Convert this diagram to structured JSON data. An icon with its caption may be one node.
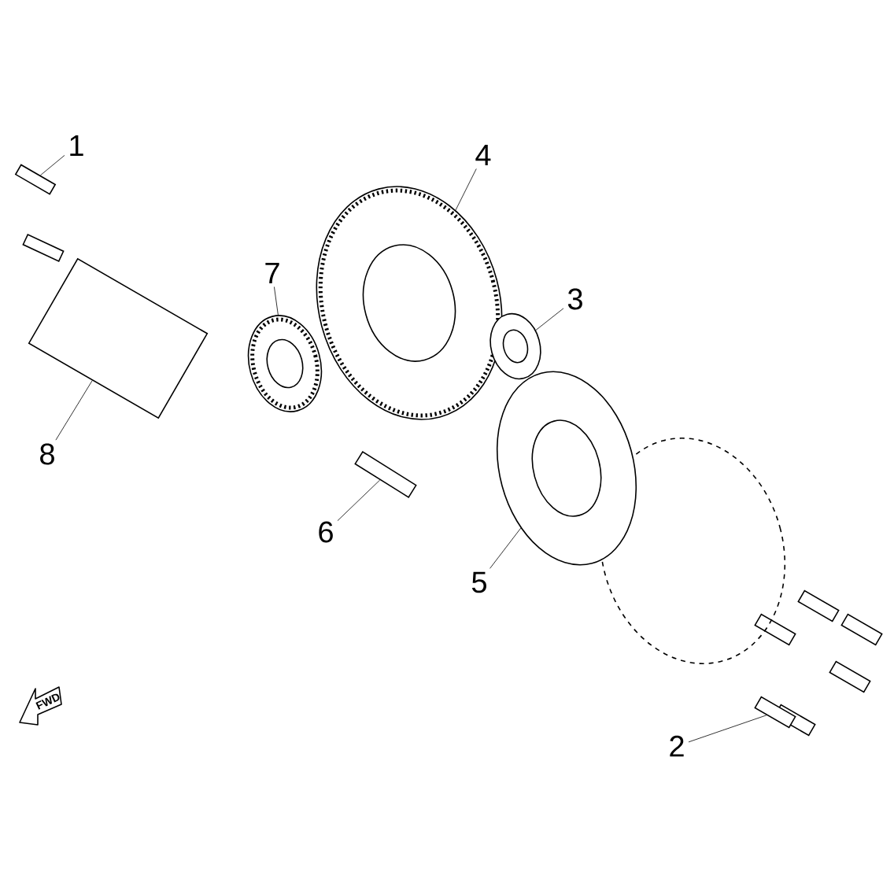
{
  "diagram": {
    "nodes": [
      {
        "text": [
          "1"
        ]
      },
      {
        "text": [
          "2"
        ]
      },
      {
        "text": [
          "3"
        ]
      },
      {
        "text": [
          "4"
        ]
      },
      {
        "text": [
          "5"
        ]
      },
      {
        "text": [
          "6"
        ]
      },
      {
        "text": [
          "7"
        ]
      },
      {
        "text": [
          "8"
        ]
      },
      {
        "text": [],
        "shape": "picture"
      },
      {
        "text": [],
        "shape": "picture"
      },
      {
        "text": [],
        "shape": "picture"
      },
      {
        "text": [],
        "shape": "picture"
      },
      {
        "text": [],
        "shape": "picture"
      },
      {
        "text": [],
        "shape": "picture"
      },
      {
        "text": [],
        "shape": "picture"
      },
      {
        "text": [],
        "shape": "picture"
      }
    ],
    "edges": [
      {
        "from": 0,
        "to": 8,
        "arrow": "none"
      },
      {
        "from": 7,
        "to": 9,
        "arrow": "none"
      },
      {
        "from": 6,
        "to": 10,
        "arrow": "none"
      },
      {
        "from": 5,
        "to": 11,
        "arrow": "none"
      },
      {
        "from": 3,
        "to": 12,
        "arrow": "none"
      },
      {
        "from": 2,
        "to": 13,
        "arrow": "none"
      },
      {
        "from": 4,
        "to": 14,
        "arrow": "none"
      },
      {
        "from": 1,
        "to": 15,
        "arrow": "none"
      }
    ],
    "labels": [
      "FWD"
    ]
  }
}
